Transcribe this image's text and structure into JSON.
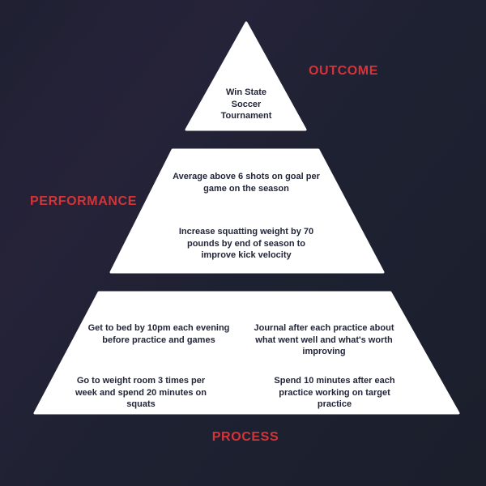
{
  "diagram": {
    "type": "pyramid",
    "levels": [
      {
        "label": "OUTCOME",
        "items": [
          "Win State\nSoccer\nTournament"
        ]
      },
      {
        "label": "PERFORMANCE",
        "items": [
          "Average above 6 shots on goal per\ngame on the season",
          "Increase squatting weight by 70\npounds by end of season to\nimprove kick velocity"
        ]
      },
      {
        "label": "PROCESS",
        "items": [
          "Get to bed by 10pm each evening\nbefore practice and games",
          "Journal after each practice about\nwhat went well and what's worth\nimproving",
          "Go to weight room 3 times per\nweek and spend 20 minutes on\nsquats",
          "Spend 10 minutes after each\npractice working on target\npractice"
        ]
      }
    ],
    "colors": {
      "background": "#1d2130",
      "shape_fill": "#ffffff",
      "label_accent": "#d33438",
      "body_text": "#232638"
    }
  }
}
